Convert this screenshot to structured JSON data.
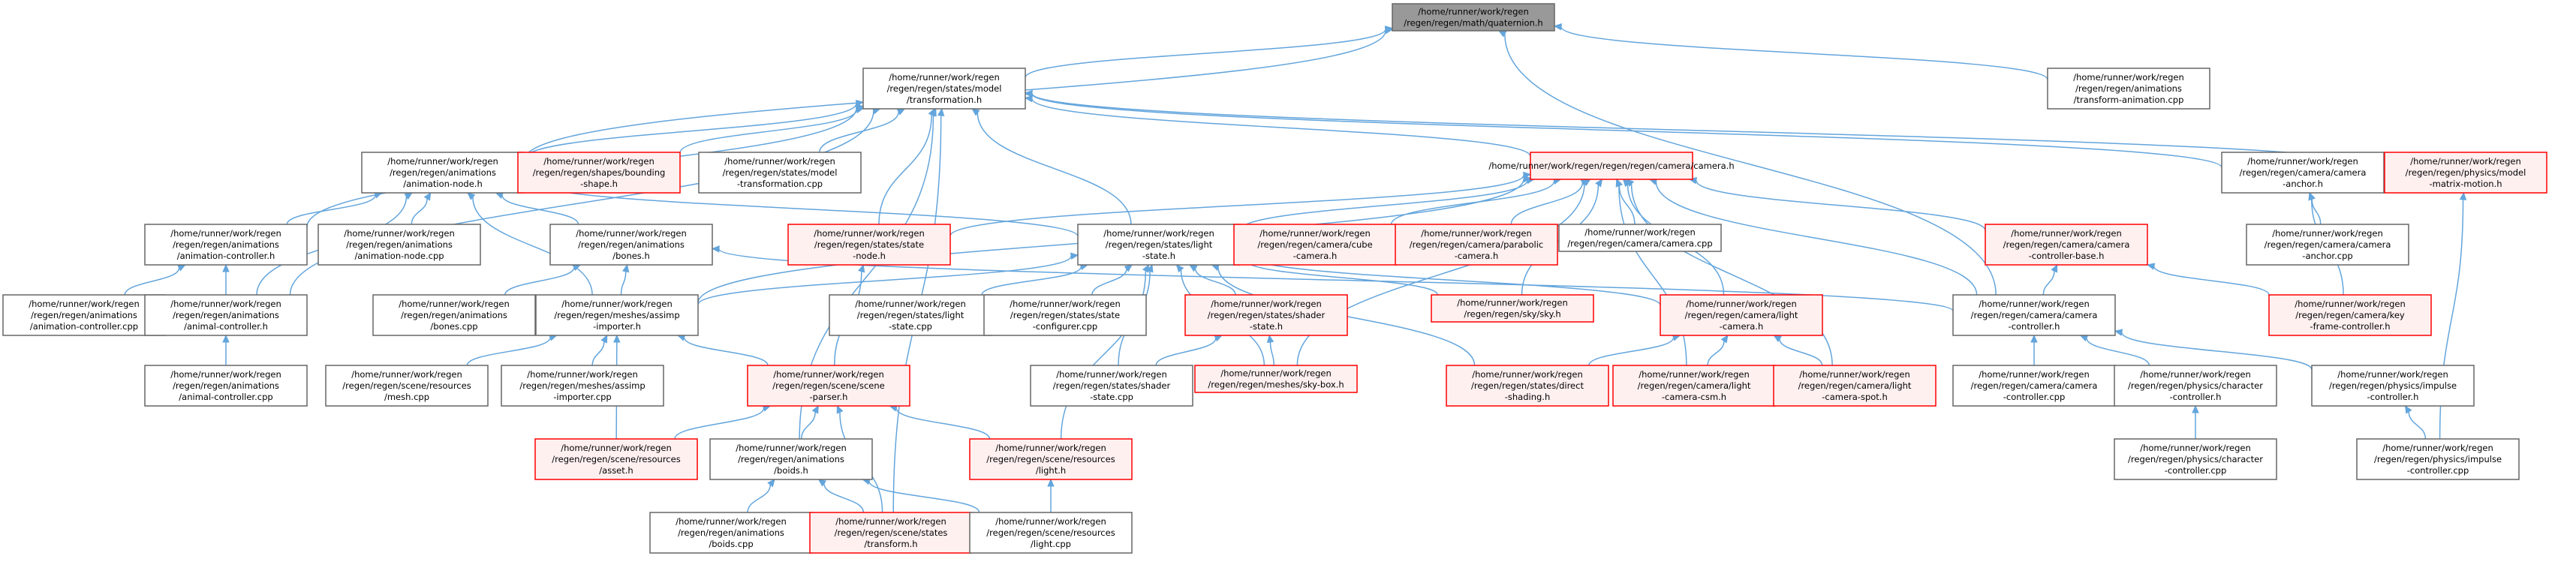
{
  "colors": {
    "root_fill": "#999999",
    "root_border": "#666666",
    "node_fill": "#ffffff",
    "node_border": "#666666",
    "missing_border": "#ff0000",
    "missing_fill": "#fff0f0",
    "edge": "#63a5dc"
  },
  "nodes": [
    {
      "id": "quat",
      "lines": [
        "/home/runner/work/regen",
        "/regen/regen/math/quaternion.h"
      ],
      "style": "root"
    },
    {
      "id": "trans",
      "lines": [
        "/home/runner/work/regen",
        "/regen/regen/states/model",
        "/transformation.h"
      ],
      "style": "normal"
    },
    {
      "id": "tacpp",
      "lines": [
        "/home/runner/work/regen",
        "/regen/regen/animations",
        "/transform-animation.cpp"
      ],
      "style": "normal"
    },
    {
      "id": "animnode",
      "lines": [
        "/home/runner/work/regen",
        "/regen/regen/animations",
        "/animation-node.h"
      ],
      "style": "normal"
    },
    {
      "id": "bounding",
      "lines": [
        "/home/runner/work/regen",
        "/regen/regen/shapes/bounding",
        "-shape.h"
      ],
      "style": "missing"
    },
    {
      "id": "transcpp",
      "lines": [
        "/home/runner/work/regen",
        "/regen/regen/states/model",
        "-transformation.cpp"
      ],
      "style": "normal"
    },
    {
      "id": "camera",
      "lines": [
        "/home/runner/work/regen/regen/regen/camera/camera.h"
      ],
      "style": "missing"
    },
    {
      "id": "camanchor",
      "lines": [
        "/home/runner/work/regen",
        "/regen/regen/camera/camera",
        "-anchor.h"
      ],
      "style": "normal"
    },
    {
      "id": "matmotion",
      "lines": [
        "/home/runner/work/regen",
        "/regen/regen/physics/model",
        "-matrix-motion.h"
      ],
      "style": "missing"
    },
    {
      "id": "animctrl",
      "lines": [
        "/home/runner/work/regen",
        "/regen/regen/animations",
        "/animation-controller.h"
      ],
      "style": "normal"
    },
    {
      "id": "animnodecpp",
      "lines": [
        "/home/runner/work/regen",
        "/regen/regen/animations",
        "/animation-node.cpp"
      ],
      "style": "normal"
    },
    {
      "id": "bones",
      "lines": [
        "/home/runner/work/regen",
        "/regen/regen/animations",
        "/bones.h"
      ],
      "style": "normal"
    },
    {
      "id": "statenode",
      "lines": [
        "/home/runner/work/regen",
        "/regen/regen/states/state",
        "-node.h"
      ],
      "style": "missing"
    },
    {
      "id": "light",
      "lines": [
        "/home/runner/work/regen",
        "/regen/regen/states/light",
        "-state.h"
      ],
      "style": "normal"
    },
    {
      "id": "cubecam",
      "lines": [
        "/home/runner/work/regen",
        "/regen/regen/camera/cube",
        "-camera.h"
      ],
      "style": "missing"
    },
    {
      "id": "parabolic",
      "lines": [
        "/home/runner/work/regen",
        "/regen/regen/camera/parabolic",
        "-camera.h"
      ],
      "style": "missing"
    },
    {
      "id": "camcpp",
      "lines": [
        "/home/runner/work/regen",
        "/regen/regen/camera/camera.cpp"
      ],
      "style": "normal"
    },
    {
      "id": "cambase",
      "lines": [
        "/home/runner/work/regen",
        "/regen/regen/camera/camera",
        "-controller-base.h"
      ],
      "style": "missing"
    },
    {
      "id": "anchorcpp",
      "lines": [
        "/home/runner/work/regen",
        "/regen/regen/camera/camera",
        "-anchor.cpp"
      ],
      "style": "normal"
    },
    {
      "id": "animctrlcpp",
      "lines": [
        "/home/runner/work/regen",
        "/regen/regen/animations",
        "/animation-controller.cpp"
      ],
      "style": "normal"
    },
    {
      "id": "animalctrl",
      "lines": [
        "/home/runner/work/regen",
        "/regen/regen/animations",
        "/animal-controller.h"
      ],
      "style": "normal"
    },
    {
      "id": "bonescpp",
      "lines": [
        "/home/runner/work/regen",
        "/regen/regen/animations",
        "/bones.cpp"
      ],
      "style": "normal"
    },
    {
      "id": "assimp",
      "lines": [
        "/home/runner/work/regen",
        "/regen/regen/meshes/assimp",
        "-importer.h"
      ],
      "style": "normal"
    },
    {
      "id": "lightcpp",
      "lines": [
        "/home/runner/work/regen",
        "/regen/regen/states/light",
        "-state.cpp"
      ],
      "style": "normal"
    },
    {
      "id": "configurer",
      "lines": [
        "/home/runner/work/regen",
        "/regen/regen/states/state",
        "-configurer.cpp"
      ],
      "style": "normal"
    },
    {
      "id": "shader",
      "lines": [
        "/home/runner/work/regen",
        "/regen/regen/states/shader",
        "-state.h"
      ],
      "style": "missing"
    },
    {
      "id": "sky",
      "lines": [
        "/home/runner/work/regen",
        "/regen/regen/sky/sky.h"
      ],
      "style": "missing"
    },
    {
      "id": "lightcam",
      "lines": [
        "/home/runner/work/regen",
        "/regen/regen/camera/light",
        "-camera.h"
      ],
      "style": "missing"
    },
    {
      "id": "camctrl",
      "lines": [
        "/home/runner/work/regen",
        "/regen/regen/camera/camera",
        "-controller.h"
      ],
      "style": "normal"
    },
    {
      "id": "keyframe",
      "lines": [
        "/home/runner/work/regen",
        "/regen/regen/camera/key",
        "-frame-controller.h"
      ],
      "style": "missing"
    },
    {
      "id": "animalcpp",
      "lines": [
        "/home/runner/work/regen",
        "/regen/regen/animations",
        "/animal-controller.cpp"
      ],
      "style": "normal"
    },
    {
      "id": "meshcpp",
      "lines": [
        "/home/runner/work/regen",
        "/regen/regen/scene/resources",
        "/mesh.cpp"
      ],
      "style": "normal"
    },
    {
      "id": "assimpcpp",
      "lines": [
        "/home/runner/work/regen",
        "/regen/regen/meshes/assimp",
        "-importer.cpp"
      ],
      "style": "normal"
    },
    {
      "id": "parser",
      "lines": [
        "/home/runner/work/regen",
        "/regen/regen/scene/scene",
        "-parser.h"
      ],
      "style": "missing"
    },
    {
      "id": "shadercpp",
      "lines": [
        "/home/runner/work/regen",
        "/regen/regen/states/shader",
        "-state.cpp"
      ],
      "style": "normal"
    },
    {
      "id": "skybox",
      "lines": [
        "/home/runner/work/regen",
        "/regen/regen/meshes/sky-box.h"
      ],
      "style": "missing"
    },
    {
      "id": "direct",
      "lines": [
        "/home/runner/work/regen",
        "/regen/regen/states/direct",
        "-shading.h"
      ],
      "style": "missing"
    },
    {
      "id": "csm",
      "lines": [
        "/home/runner/work/regen",
        "/regen/regen/camera/light",
        "-camera-csm.h"
      ],
      "style": "missing"
    },
    {
      "id": "spot",
      "lines": [
        "/home/runner/work/regen",
        "/regen/regen/camera/light",
        "-camera-spot.h"
      ],
      "style": "missing"
    },
    {
      "id": "camctrlcpp",
      "lines": [
        "/home/runner/work/regen",
        "/regen/regen/camera/camera",
        "-controller.cpp"
      ],
      "style": "normal"
    },
    {
      "id": "charctrl",
      "lines": [
        "/home/runner/work/regen",
        "/regen/regen/physics/character",
        "-controller.h"
      ],
      "style": "normal"
    },
    {
      "id": "impulse",
      "lines": [
        "/home/runner/work/regen",
        "/regen/regen/physics/impulse",
        "-controller.h"
      ],
      "style": "normal"
    },
    {
      "id": "asset",
      "lines": [
        "/home/runner/work/regen",
        "/regen/regen/scene/resources",
        "/asset.h"
      ],
      "style": "missing"
    },
    {
      "id": "boids",
      "lines": [
        "/home/runner/work/regen",
        "/regen/regen/animations",
        "/boids.h"
      ],
      "style": "normal"
    },
    {
      "id": "reslight",
      "lines": [
        "/home/runner/work/regen",
        "/regen/regen/scene/resources",
        "/light.h"
      ],
      "style": "missing"
    },
    {
      "id": "charcpp",
      "lines": [
        "/home/runner/work/regen",
        "/regen/regen/physics/character",
        "-controller.cpp"
      ],
      "style": "normal"
    },
    {
      "id": "impulsecpp",
      "lines": [
        "/home/runner/work/regen",
        "/regen/regen/physics/impulse",
        "-controller.cpp"
      ],
      "style": "normal"
    },
    {
      "id": "boidscpp",
      "lines": [
        "/home/runner/work/regen",
        "/regen/regen/animations",
        "/boids.cpp"
      ],
      "style": "normal"
    },
    {
      "id": "statestrans",
      "lines": [
        "/home/runner/work/regen",
        "/regen/regen/scene/states",
        "/transform.h"
      ],
      "style": "missing"
    },
    {
      "id": "lightrescpp",
      "lines": [
        "/home/runner/work/regen",
        "/regen/regen/scene/resources",
        "/light.cpp"
      ],
      "style": "normal"
    }
  ],
  "edges": [
    [
      "trans",
      "quat"
    ],
    [
      "tacpp",
      "quat"
    ],
    [
      "animnode",
      "quat"
    ],
    [
      "camctrl",
      "quat"
    ],
    [
      "animnode",
      "trans"
    ],
    [
      "bounding",
      "trans"
    ],
    [
      "transcpp",
      "trans"
    ],
    [
      "camera",
      "trans"
    ],
    [
      "camanchor",
      "trans"
    ],
    [
      "matmotion",
      "trans"
    ],
    [
      "animctrl",
      "trans"
    ],
    [
      "animalctrl",
      "trans"
    ],
    [
      "statenode",
      "trans"
    ],
    [
      "light",
      "trans"
    ],
    [
      "boids",
      "trans"
    ],
    [
      "statestrans",
      "trans"
    ],
    [
      "animctrl",
      "animnode"
    ],
    [
      "animnodecpp",
      "animnode"
    ],
    [
      "bones",
      "animnode"
    ],
    [
      "assimp",
      "animnode"
    ],
    [
      "animalctrl",
      "animnode"
    ],
    [
      "light",
      "animnode"
    ],
    [
      "statenode",
      "camera"
    ],
    [
      "light",
      "camera"
    ],
    [
      "cubecam",
      "camera"
    ],
    [
      "parabolic",
      "camera"
    ],
    [
      "camcpp",
      "camera"
    ],
    [
      "cambase",
      "camera"
    ],
    [
      "assimp",
      "camera"
    ],
    [
      "sky",
      "camera"
    ],
    [
      "lightcam",
      "camera"
    ],
    [
      "skybox",
      "camera"
    ],
    [
      "csm",
      "camera"
    ],
    [
      "spot",
      "camera"
    ],
    [
      "camctrl",
      "camera"
    ],
    [
      "anchorcpp",
      "camanchor"
    ],
    [
      "keyframe",
      "camanchor"
    ],
    [
      "impulsecpp",
      "matmotion"
    ],
    [
      "animctrlcpp",
      "animctrl"
    ],
    [
      "animalctrl",
      "animctrl"
    ],
    [
      "bonescpp",
      "bones"
    ],
    [
      "assimp",
      "bones"
    ],
    [
      "camctrl",
      "bones"
    ],
    [
      "parser",
      "statenode"
    ],
    [
      "assimp",
      "light"
    ],
    [
      "lightcpp",
      "light"
    ],
    [
      "configurer",
      "light"
    ],
    [
      "shader",
      "light"
    ],
    [
      "sky",
      "light"
    ],
    [
      "lightcam",
      "light"
    ],
    [
      "skybox",
      "light"
    ],
    [
      "direct",
      "light"
    ],
    [
      "shadercpp",
      "light"
    ],
    [
      "reslight",
      "light"
    ],
    [
      "camctrl",
      "cambase"
    ],
    [
      "keyframe",
      "cambase"
    ],
    [
      "animalcpp",
      "animalctrl"
    ],
    [
      "meshcpp",
      "assimp"
    ],
    [
      "assimpcpp",
      "assimp"
    ],
    [
      "parser",
      "assimp"
    ],
    [
      "asset",
      "assimp"
    ],
    [
      "shadercpp",
      "shader"
    ],
    [
      "skybox",
      "shader"
    ],
    [
      "direct",
      "lightcam"
    ],
    [
      "csm",
      "lightcam"
    ],
    [
      "spot",
      "lightcam"
    ],
    [
      "camctrlcpp",
      "camctrl"
    ],
    [
      "charctrl",
      "camctrl"
    ],
    [
      "impulse",
      "camctrl"
    ],
    [
      "asset",
      "parser"
    ],
    [
      "boids",
      "parser"
    ],
    [
      "reslight",
      "parser"
    ],
    [
      "statestrans",
      "parser"
    ],
    [
      "charcpp",
      "charctrl"
    ],
    [
      "impulsecpp",
      "impulse"
    ],
    [
      "boidscpp",
      "boids"
    ],
    [
      "statestrans",
      "boids"
    ],
    [
      "lightrescpp",
      "boids"
    ],
    [
      "lightrescpp",
      "reslight"
    ]
  ]
}
